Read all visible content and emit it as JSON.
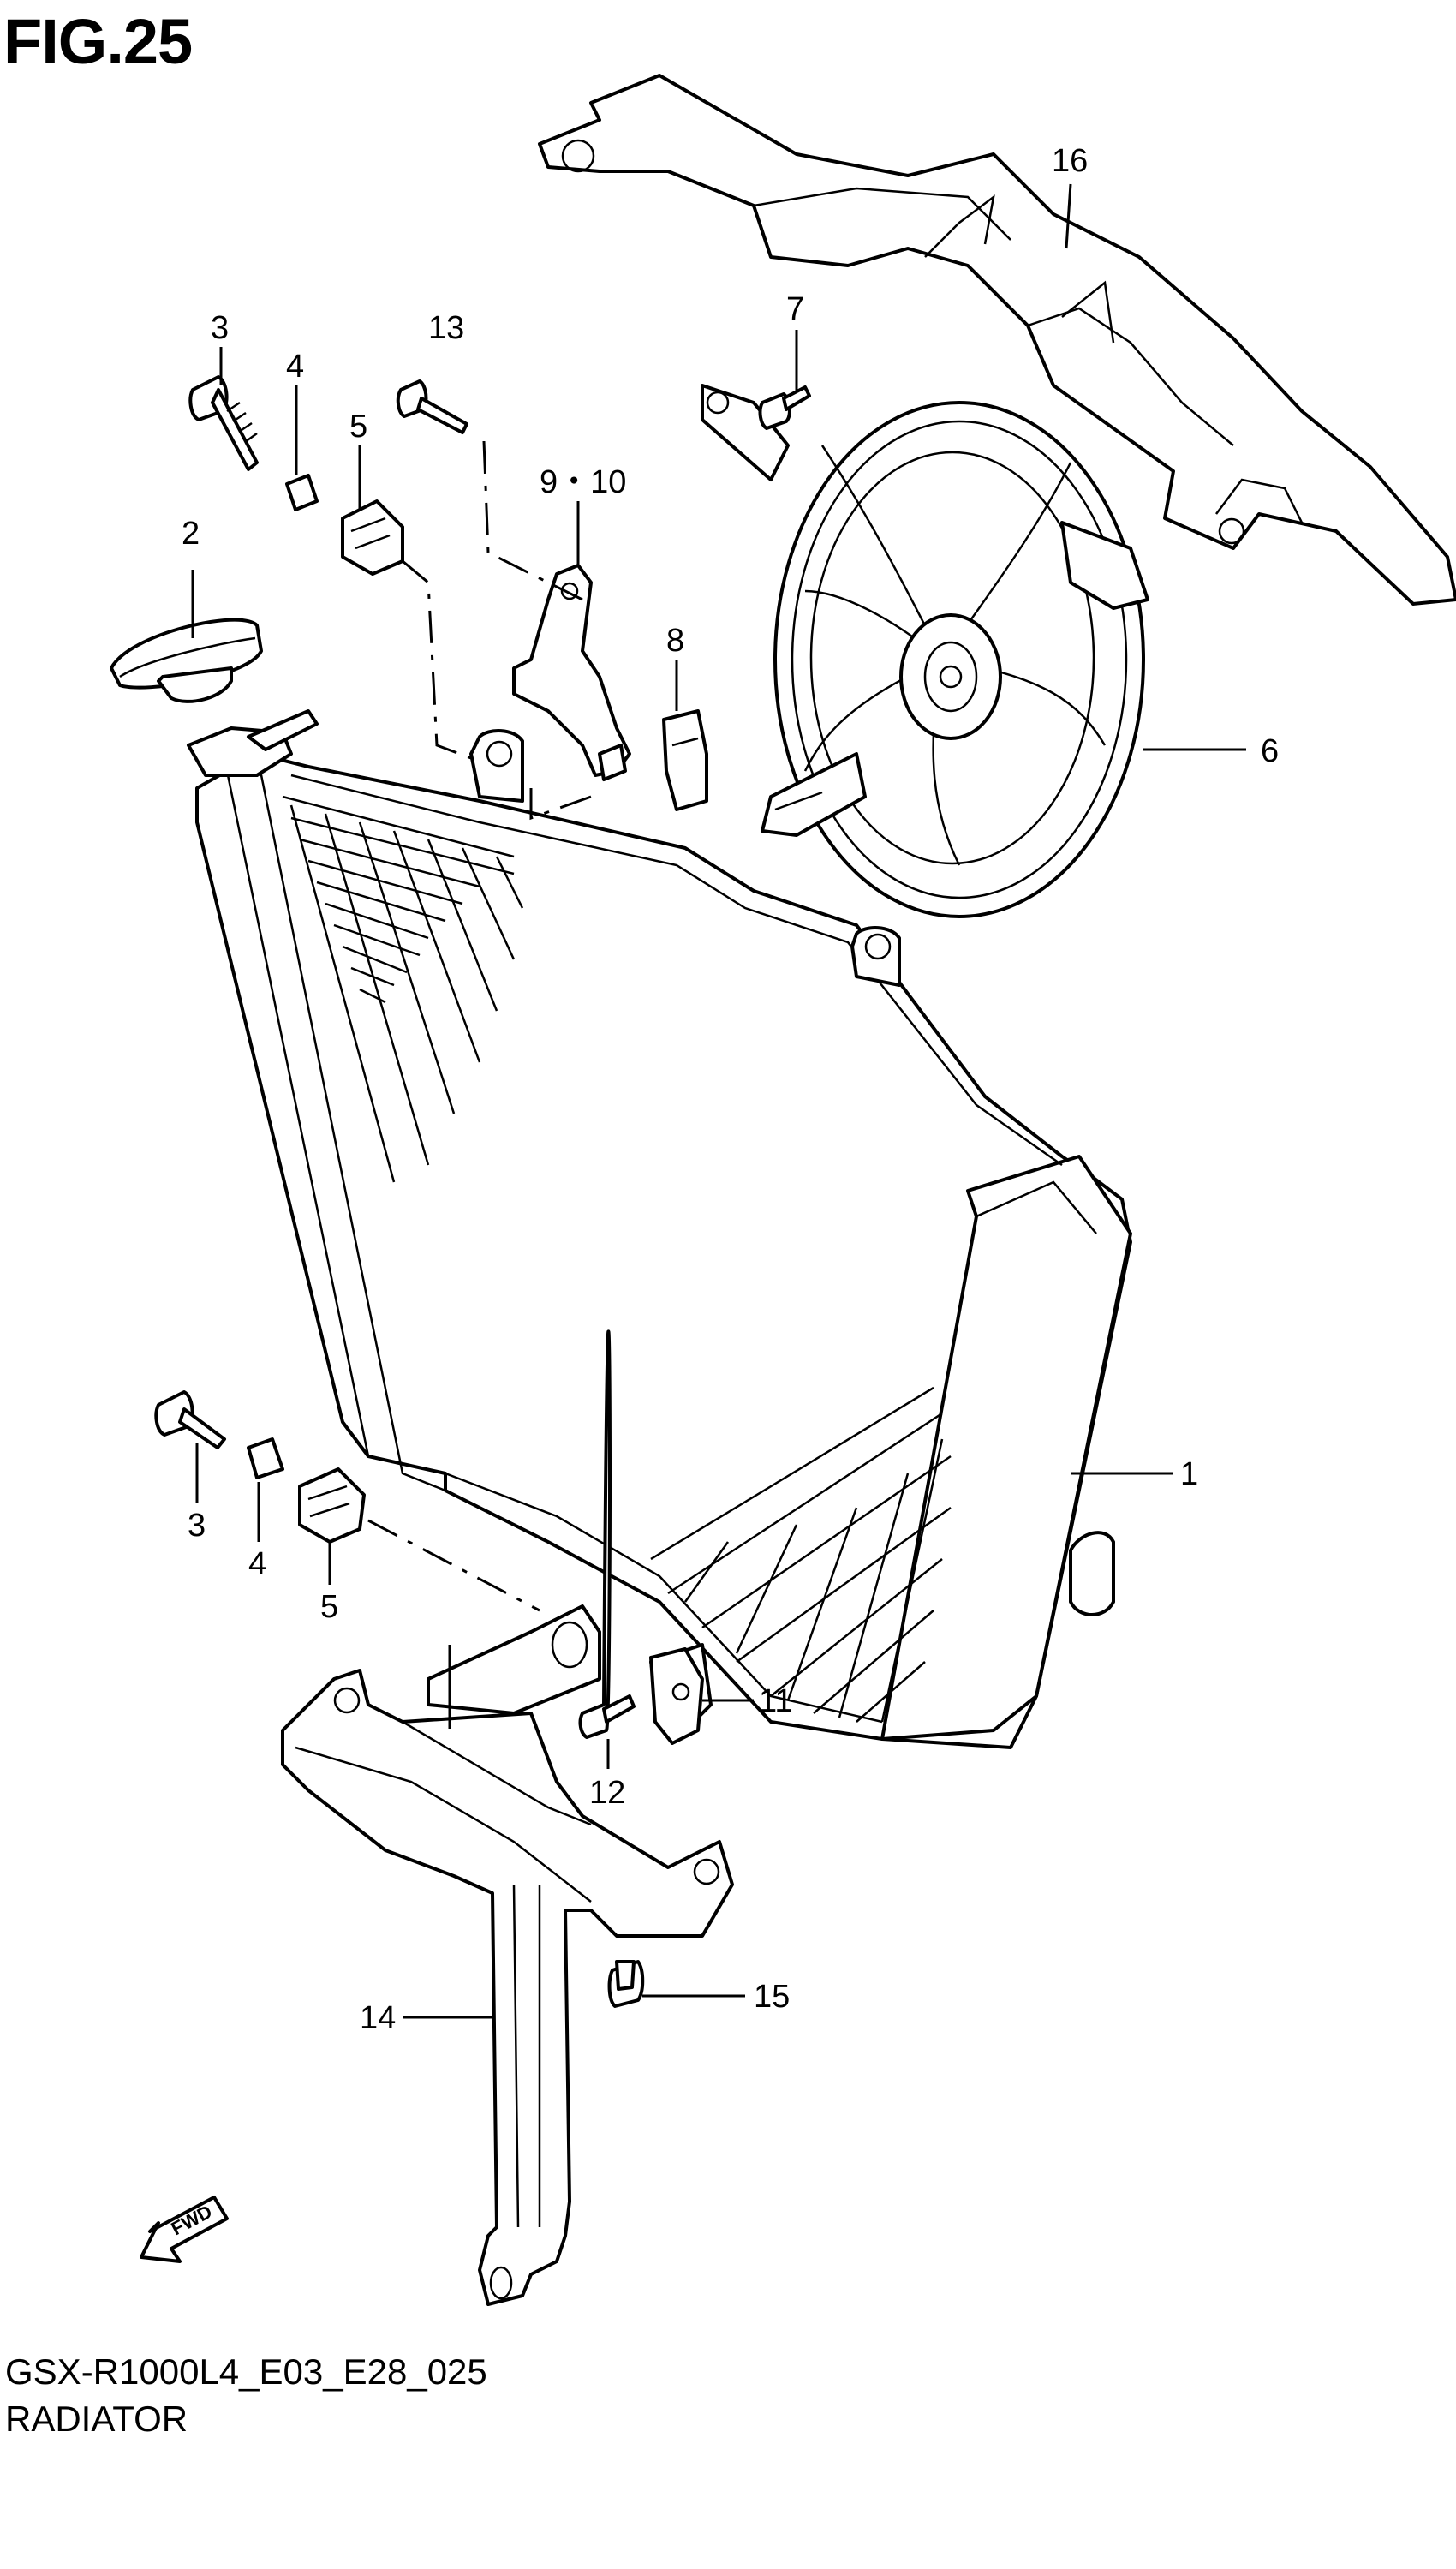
{
  "figure": {
    "title": "FIG.25",
    "code": "GSX-R1000L4_E03_E28_025",
    "name": "RADIATOR",
    "direction_mark": "FWD"
  },
  "callouts": [
    {
      "id": "c1",
      "text": "1"
    },
    {
      "id": "c2",
      "text": "2"
    },
    {
      "id": "c3a",
      "text": "3"
    },
    {
      "id": "c3b",
      "text": "3"
    },
    {
      "id": "c4a",
      "text": "4"
    },
    {
      "id": "c4b",
      "text": "4"
    },
    {
      "id": "c5a",
      "text": "5"
    },
    {
      "id": "c5b",
      "text": "5"
    },
    {
      "id": "c6",
      "text": "6"
    },
    {
      "id": "c7",
      "text": "7"
    },
    {
      "id": "c8",
      "text": "8"
    },
    {
      "id": "c910",
      "text": "9・10"
    },
    {
      "id": "c11",
      "text": "11"
    },
    {
      "id": "c12",
      "text": "12"
    },
    {
      "id": "c13",
      "text": "13"
    },
    {
      "id": "c14",
      "text": "14"
    },
    {
      "id": "c15",
      "text": "15"
    },
    {
      "id": "c16",
      "text": "16"
    }
  ]
}
